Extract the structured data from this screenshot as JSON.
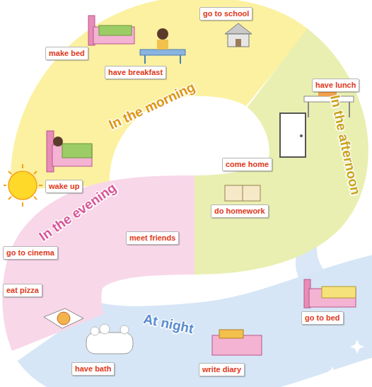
{
  "diagram": {
    "nodes": [
      {
        "text": [
          "wake up"
        ]
      },
      {
        "text": [
          "make bed"
        ]
      },
      {
        "text": [
          "have breakfast"
        ]
      },
      {
        "text": [
          "go to school"
        ]
      },
      {
        "text": [
          "have lunch"
        ]
      },
      {
        "text": [
          "come home"
        ]
      },
      {
        "text": [
          "do homework"
        ]
      },
      {
        "text": [
          "meet friends"
        ]
      },
      {
        "text": [
          "go to cinema"
        ]
      },
      {
        "text": [
          "eat pizza"
        ]
      },
      {
        "text": [
          "have bath"
        ]
      },
      {
        "text": [
          "write diary"
        ]
      },
      {
        "text": [
          "go to bed"
        ]
      }
    ],
    "labels": [
      "In the morning",
      "In the afternoon",
      "In the evening",
      "At night"
    ]
  }
}
